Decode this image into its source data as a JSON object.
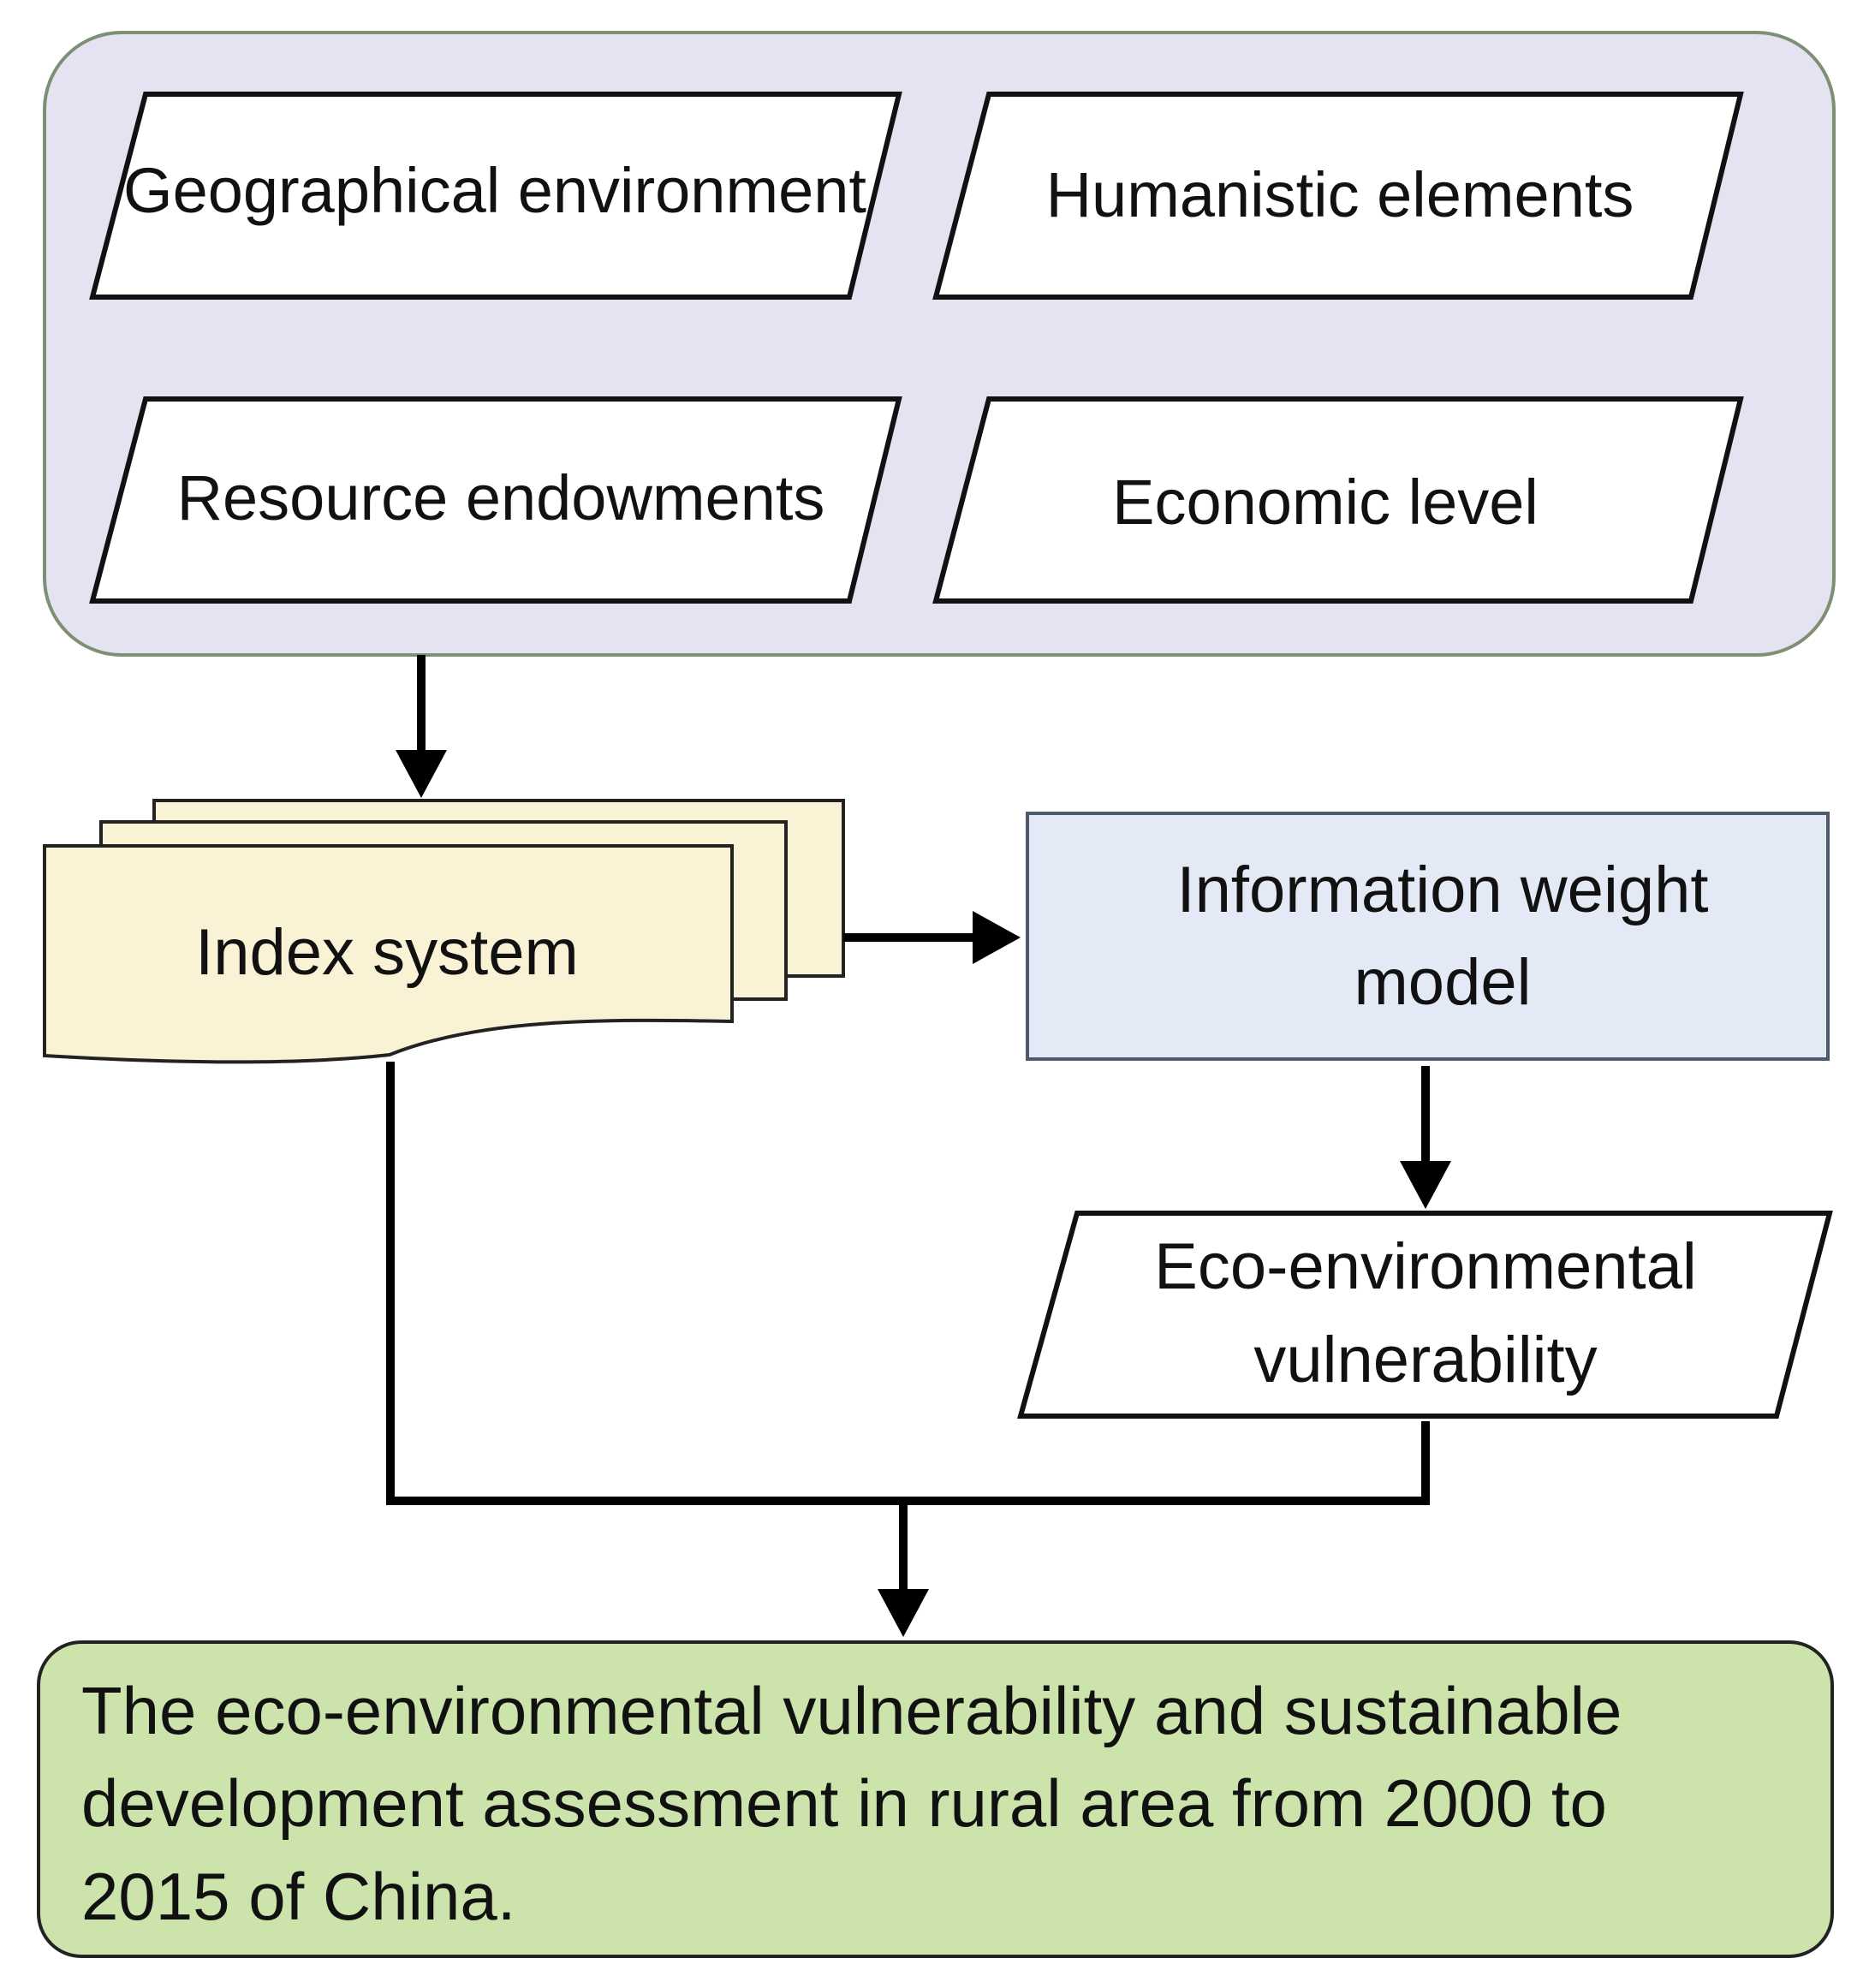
{
  "factors": [
    "Geographical environment",
    "Humanistic elements",
    "Resource endowments",
    "Economic level"
  ],
  "index_system": "Index system",
  "model": {
    "line1": "Information weight",
    "line2": "model"
  },
  "vulnerability": {
    "line1": "Eco-environmental",
    "line2": "vulnerability"
  },
  "result": {
    "line1": "The eco-environmental vulnerability and sustainable",
    "line2": "development assessment in rural area from 2000 to",
    "line3": "2015 of China."
  },
  "colors": {
    "factors_group_fill": "#e5e2f1",
    "factors_group_stroke": "#7e8f74",
    "index_fill": "#faf2d4",
    "model_fill": "#e3e9f5",
    "model_stroke": "#4c5a6c",
    "result_fill": "#cce4ab",
    "line": "#000000"
  }
}
